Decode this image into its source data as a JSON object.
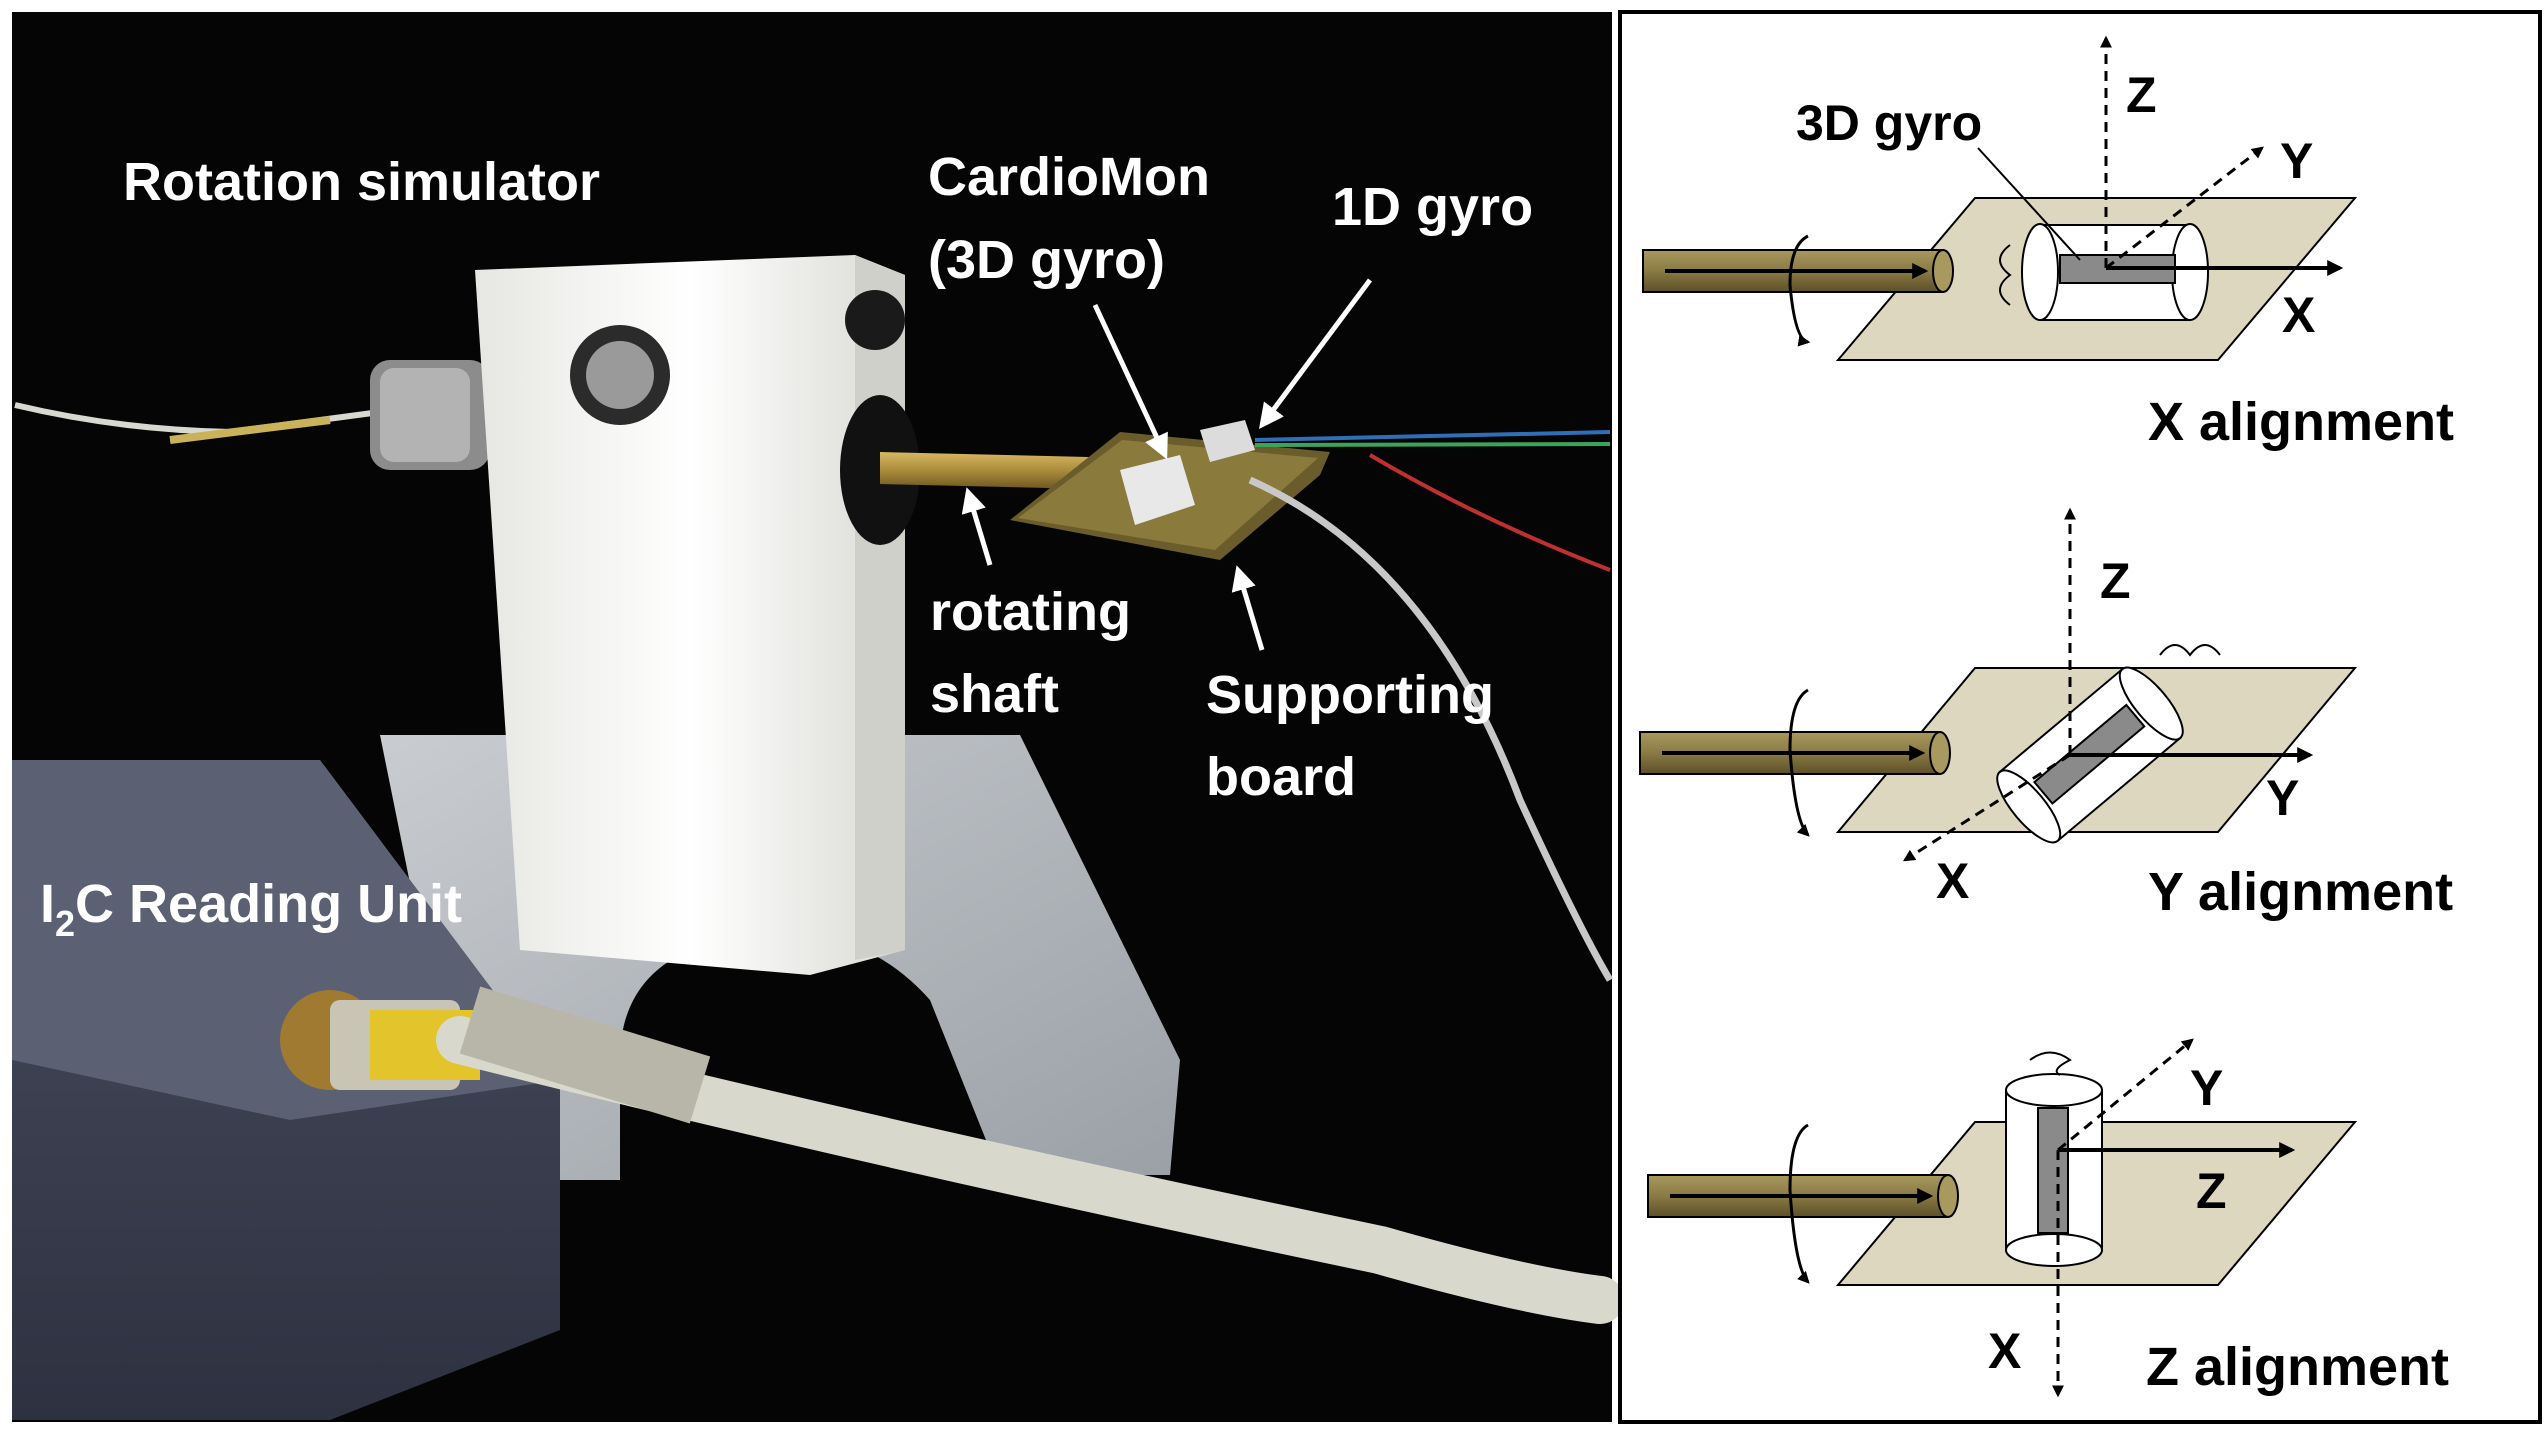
{
  "photo": {
    "labels": {
      "rotation_simulator": "Rotation simulator",
      "cardiomon_line1": "CardioMon",
      "cardiomon_line2": "(3D gyro)",
      "gyro_1d": "1D gyro",
      "rotating_line1": "rotating",
      "rotating_line2": "shaft",
      "supporting_line1": "Supporting",
      "supporting_line2": "board",
      "reading_unit_prefix": "I",
      "reading_unit_sub": "2",
      "reading_unit_suffix": "C Reading Unit"
    }
  },
  "diagram": {
    "gyro_label": "3D gyro",
    "panels": [
      {
        "title": "X alignment",
        "axis_up": "Z",
        "axis_diag": "Y",
        "axis_horiz": "X"
      },
      {
        "title": "Y alignment",
        "axis_up": "Z",
        "axis_diag": "X",
        "axis_horiz": "Y"
      },
      {
        "title": "Z alignment",
        "axis_up": "Y",
        "axis_diag": "X",
        "axis_horiz": "Z"
      }
    ]
  },
  "colors": {
    "background_photo": "#050505",
    "shaft": "#8a7a45",
    "board": "#ddd7c0",
    "panel_border": "#000000"
  }
}
